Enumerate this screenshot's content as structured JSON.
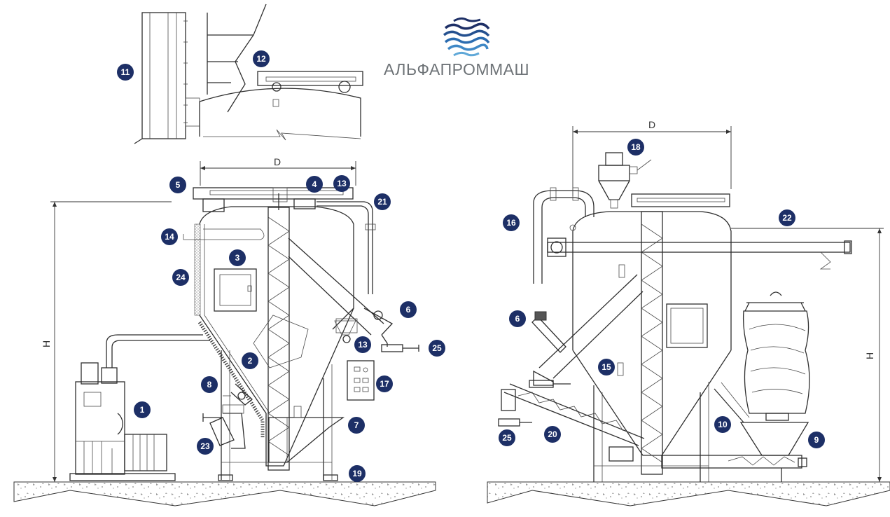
{
  "brand": {
    "name": "АЛЬФАПРОММАШ",
    "logo_icon": "wave-sphere-logo",
    "logo_colors": [
      "#1d2f66",
      "#2b6cb0",
      "#5fa8d8"
    ],
    "text_color": "#6e7377"
  },
  "callout_color": "#1d2f66",
  "dimensions": {
    "left_width": "D",
    "left_height": "H",
    "right_width": "D",
    "right_height": "H"
  },
  "callouts_left": [
    "11",
    "12",
    "5",
    "4",
    "13",
    "21",
    "14",
    "3",
    "24",
    "6",
    "13",
    "25",
    "2",
    "17",
    "8",
    "1",
    "7",
    "23",
    "19"
  ],
  "callouts_right": [
    "18",
    "16",
    "22",
    "6",
    "15",
    "25",
    "20",
    "10",
    "9"
  ]
}
